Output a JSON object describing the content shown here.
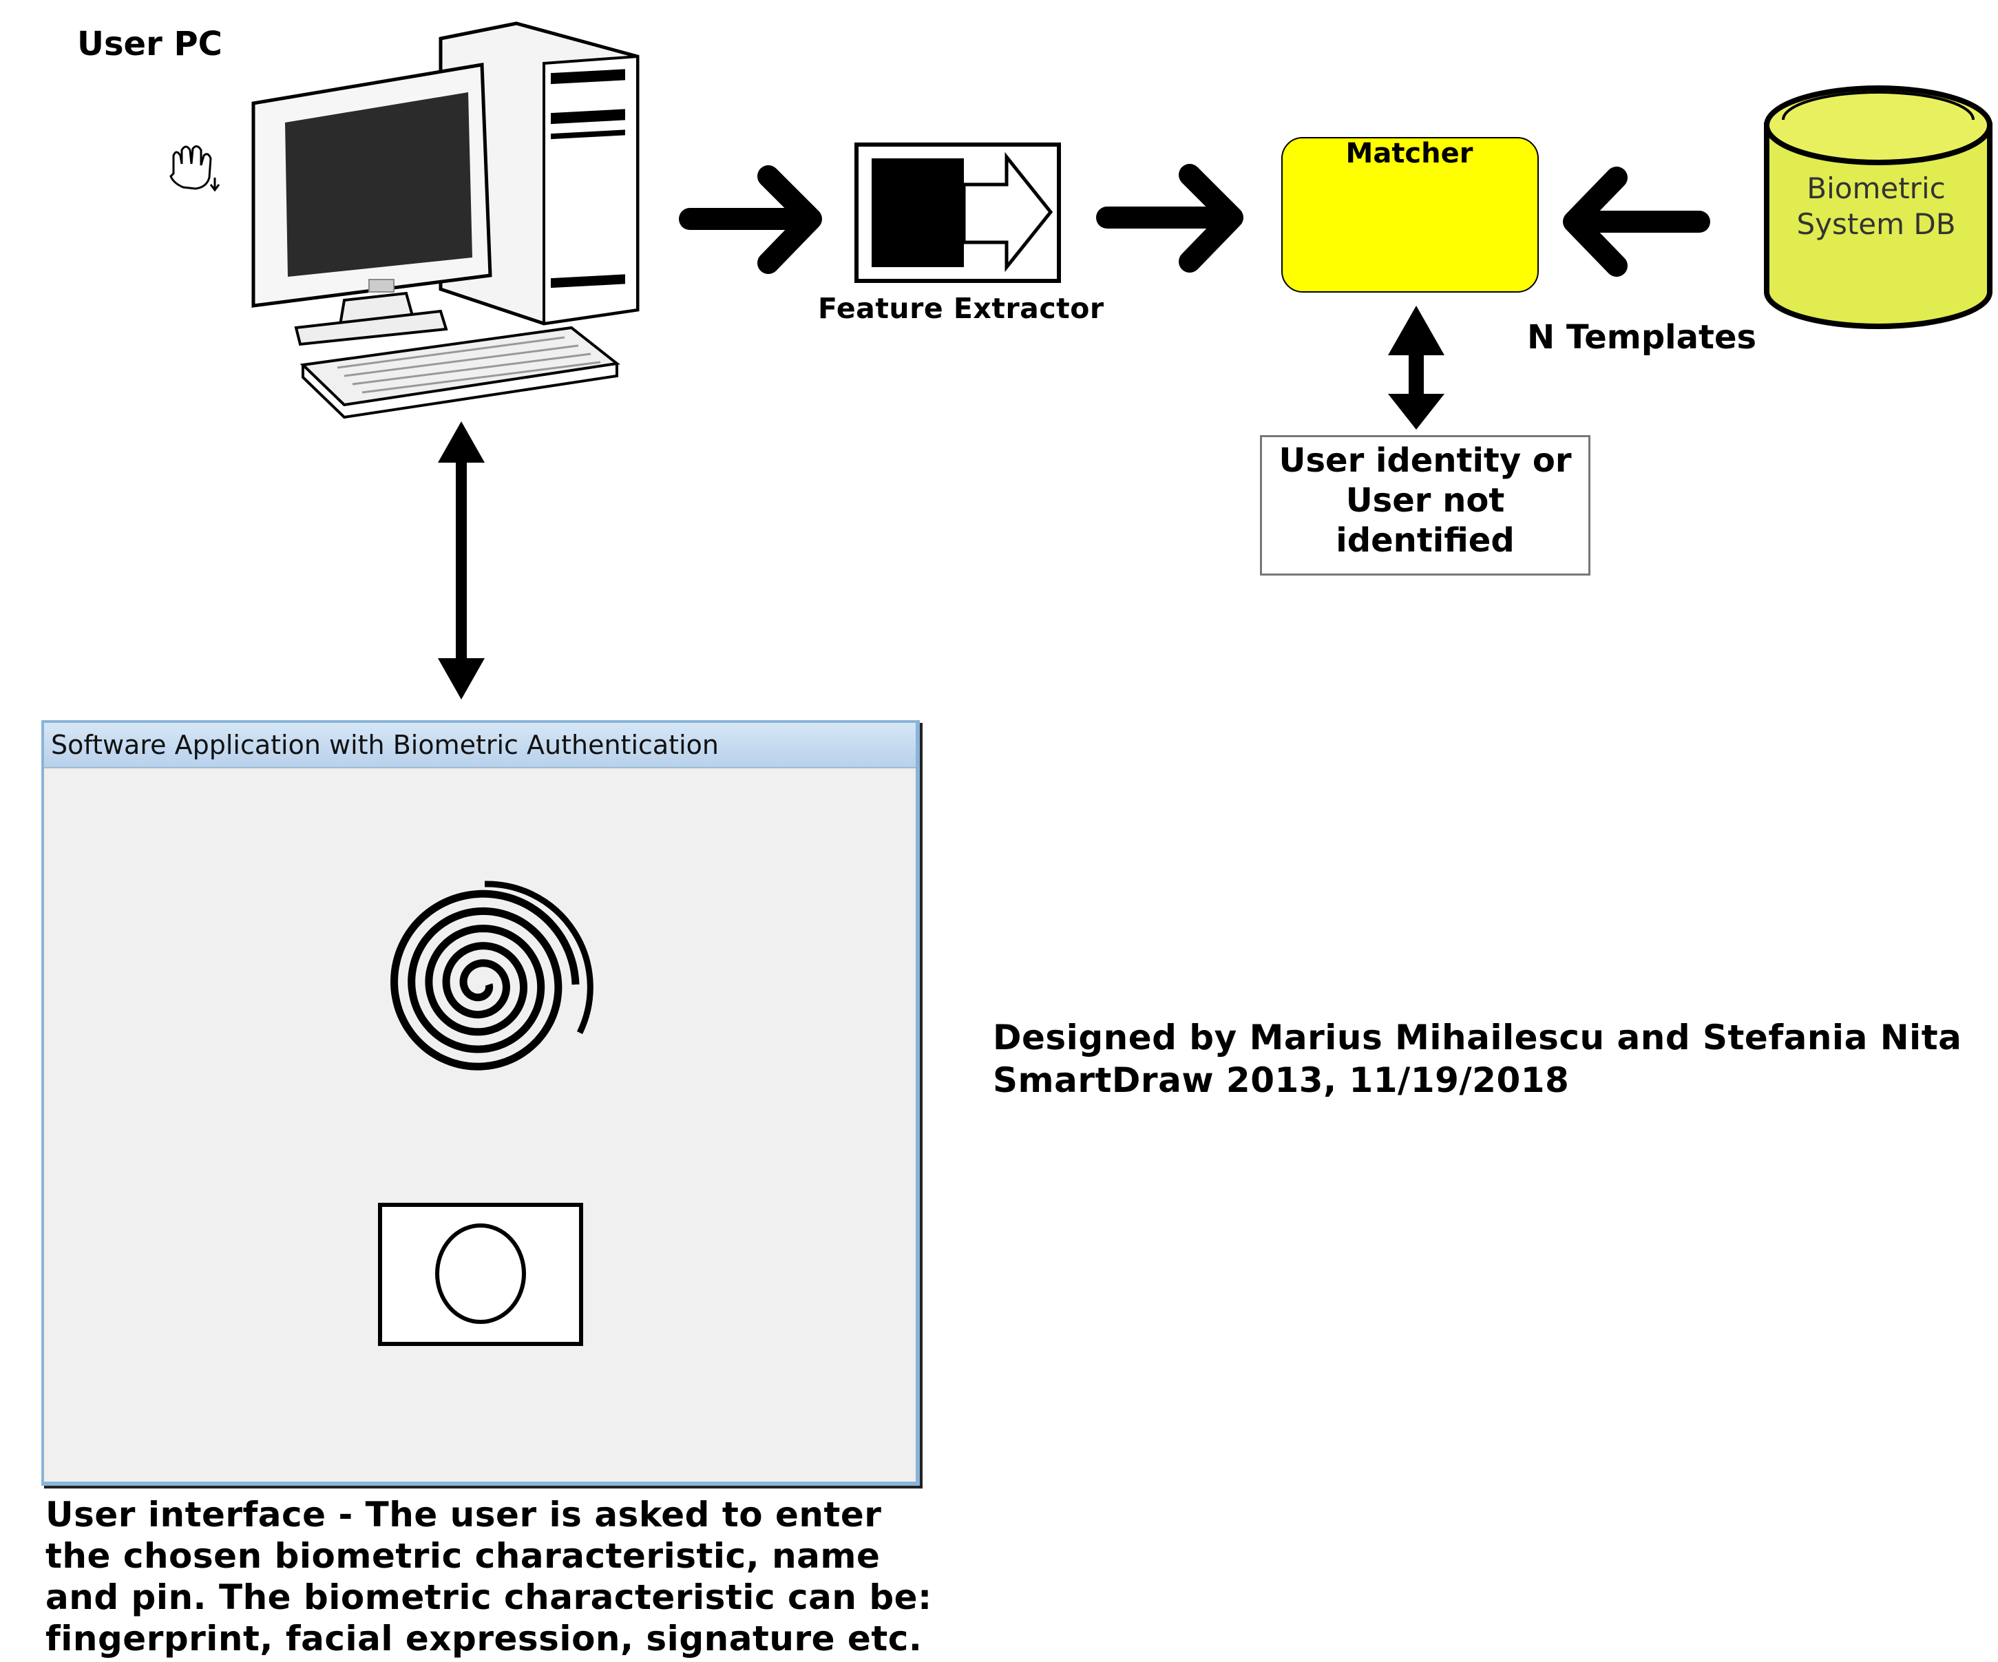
{
  "user_pc_label": "User PC",
  "feature_extractor_label": "Feature Extractor",
  "matcher_label": "Matcher",
  "database": {
    "label": "Biometric System DB",
    "color": "#e0ec50"
  },
  "templates_label": "N Templates",
  "result_label": "User identity or User not identified",
  "app_window": {
    "title": "Software Application with Biometric Authentication"
  },
  "credit": {
    "line1": "Designed by Marius Mihailescu and Stefania Nita",
    "line2": "SmartDraw 2013, 11/19/2018"
  },
  "caption": {
    "line1": "User interface - The user is asked to enter",
    "line2": "the chosen biometric characteristic, name",
    "line3": "and pin. The biometric characteristic can be:",
    "line4": "fingerprint, facial expression, signature etc."
  },
  "colors": {
    "matcher_fill": "#ffff00",
    "window_background": "#f0f0f0",
    "titlebar": "#c8dcf0"
  }
}
